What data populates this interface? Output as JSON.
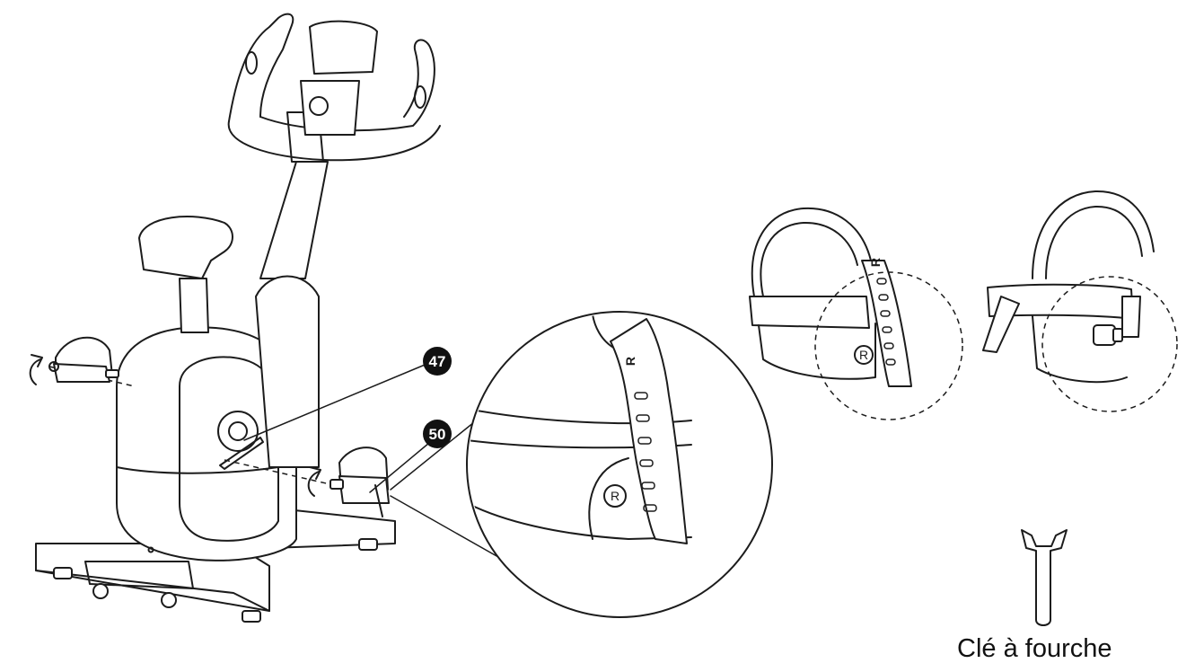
{
  "callouts": {
    "part_a": "47",
    "part_b": "50"
  },
  "markings": {
    "right_pedal_letter": "R",
    "right_pedal_circle": "R"
  },
  "tool": {
    "caption": "Clé à fourche",
    "icon": "wrench-icon"
  },
  "colors": {
    "line": "#1c1c1c",
    "callout_bg": "#111111",
    "background": "#ffffff"
  }
}
